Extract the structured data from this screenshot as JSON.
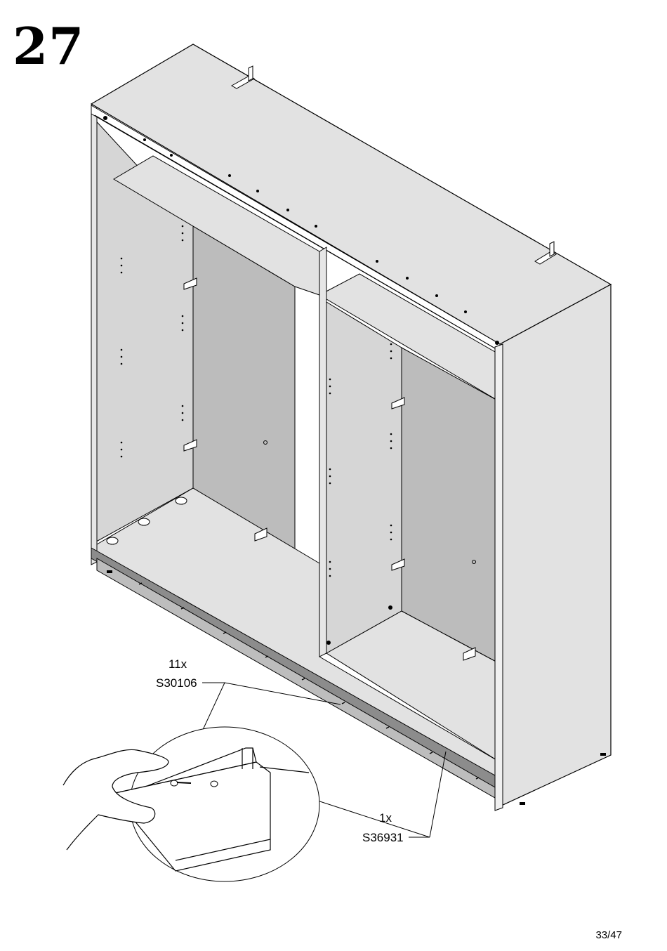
{
  "step": {
    "number": "27"
  },
  "parts": [
    {
      "qty": "11x",
      "code": "S30106"
    },
    {
      "qty": "1x",
      "code": "S36931"
    }
  ],
  "page": {
    "number": "33/47"
  },
  "colors": {
    "panel_light": "#e2e2e2",
    "panel_mid": "#cfcfcf",
    "panel_dark": "#bcbcbc",
    "line": "#000000"
  }
}
